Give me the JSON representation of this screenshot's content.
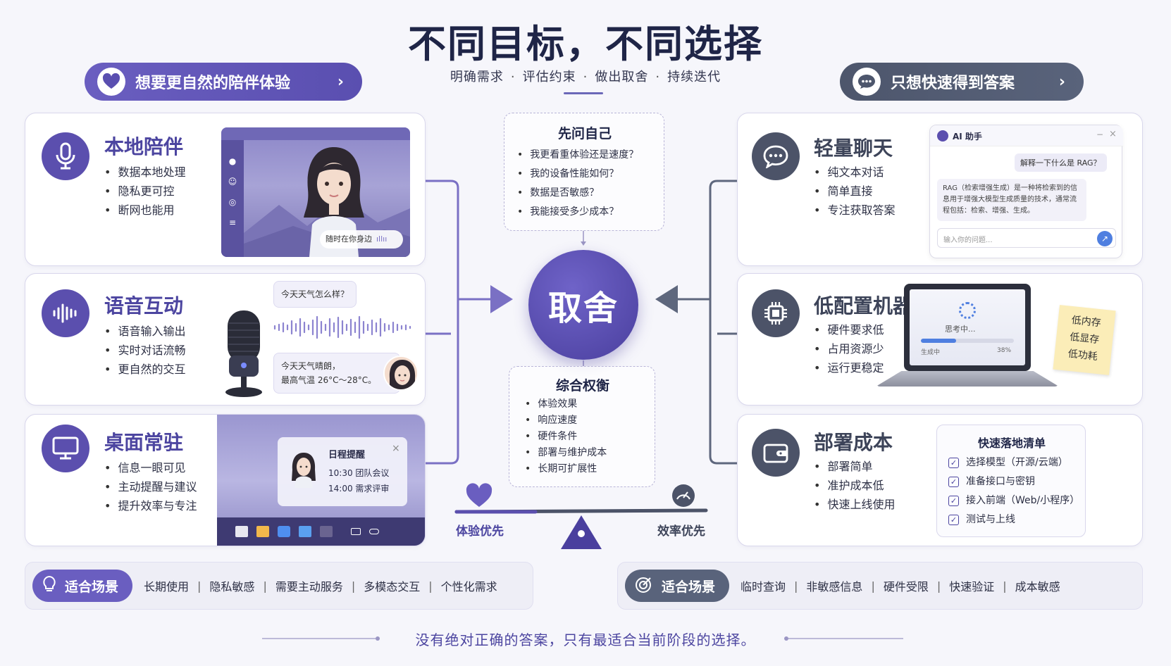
{
  "header": {
    "title": "不同目标，不同选择",
    "subtitle_items": [
      "明确需求",
      "评估约束",
      "做出取舍",
      "持续迭代"
    ],
    "left_pill": "想要更自然的陪伴体验",
    "right_pill": "只想快速得到答案"
  },
  "left_cards": [
    {
      "title": "本地陪伴",
      "icon": "microphone-icon",
      "bullets": [
        "数据本地处理",
        "隐私更可控",
        "断网也能用"
      ],
      "image_caption": "随时在你身边"
    },
    {
      "title": "语音互动",
      "icon": "soundwave-icon",
      "bullets": [
        "语音输入输出",
        "实时对话流畅",
        "更自然的交互"
      ],
      "chat_question": "今天天气怎么样？",
      "chat_answer_line1": "今天天气晴朗，",
      "chat_answer_line2": "最高气温 26°C～28°C。"
    },
    {
      "title": "桌面常驻",
      "icon": "monitor-icon",
      "bullets": [
        "信息一眼可见",
        "主动提醒与建议",
        "提升效率与专注"
      ],
      "notify_title": "日程提醒",
      "notify_line1": "10:30 团队会议",
      "notify_line2": "14:00 需求评审"
    }
  ],
  "right_cards": [
    {
      "title": "轻量聊天",
      "icon": "chat-bubble-icon",
      "bullets": [
        "纯文本对话",
        "简单直接",
        "专注获取答案"
      ],
      "assistant_name": "AI 助手",
      "user_msg": "解释一下什么是 RAG？",
      "bot_msg": "RAG（检索增强生成）是一种将检索到的信息用于增强大模型生成质量的技术，通常流程包括：检索、增强、生成。",
      "input_placeholder": "输入你的问题..."
    },
    {
      "title": "低配置机器",
      "icon": "chip-icon",
      "bullets": [
        "硬件要求低",
        "占用资源少",
        "运行更稳定"
      ],
      "screen_text": "思考中...",
      "progress_label": "生成中",
      "progress_value": "38%",
      "progress_fraction": 0.38,
      "sticky_note": [
        "低内存",
        "低显存",
        "低功耗"
      ]
    },
    {
      "title": "部署成本",
      "icon": "wallet-icon",
      "bullets": [
        "部署简单",
        "准护成本低",
        "快速上线使用"
      ],
      "checklist_title": "快速落地清单",
      "checklist": [
        "选择模型（开源/云端）",
        "准备接口与密钥",
        "接入前端（Web/小程序）",
        "测试与上线"
      ]
    }
  ],
  "center": {
    "ask_title": "先问自己",
    "ask_items": [
      "我更看重体验还是速度？",
      "我的设备性能如何？",
      "数据是否敏感？",
      "我能接受多少成本？"
    ],
    "core": "取舍",
    "balance_title": "综合权衡",
    "balance_items": [
      "体验效果",
      "响应速度",
      "硬件条件",
      "部署与维护成本",
      "长期可扩展性"
    ],
    "scale_left": "体验优先",
    "scale_right": "效率优先"
  },
  "scenes": {
    "left_label": "适合场景",
    "left_items": [
      "长期使用",
      "隐私敏感",
      "需要主动服务",
      "多模态交互",
      "个性化需求"
    ],
    "right_label": "适合场景",
    "right_items": [
      "临时查询",
      "非敏感信息",
      "硬件受限",
      "快速验证",
      "成本敏感"
    ]
  },
  "footer": "没有绝对正确的答案，只有最适合当前阶段的选择。",
  "colors": {
    "purple": "#5b4fae",
    "slate": "#4c5368",
    "title": "#1f2547"
  }
}
